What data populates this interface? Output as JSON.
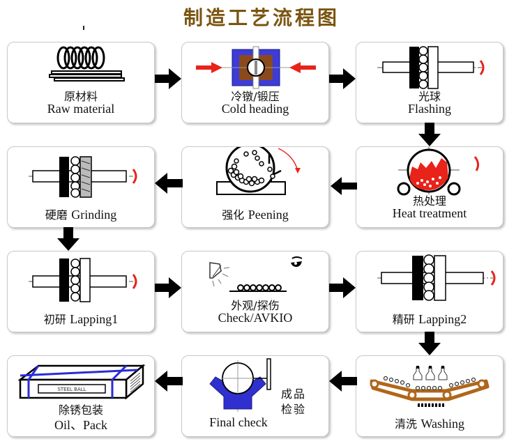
{
  "title": "制造工艺流程图",
  "colors": {
    "title": "#7a5410",
    "arrow": "#000000",
    "accent_red": "#e8231a",
    "accent_blue": "#2b2bd6",
    "accent_brown": "#8a4a1c",
    "belt": "#b0661a"
  },
  "steps": [
    {
      "id": 1,
      "cn": "原材料",
      "en": "Raw material",
      "icon": "wire-coil-icon"
    },
    {
      "id": 2,
      "cn": "冷镦/锻压",
      "en": "Cold heading",
      "icon": "cold-heading-die-icon"
    },
    {
      "id": 3,
      "cn": "光球",
      "en": "Flashing",
      "icon": "flashing-plates-icon"
    },
    {
      "id": 4,
      "cn": "热处理",
      "en": "Heat treatment",
      "icon": "furnace-icon"
    },
    {
      "id": 5,
      "cn": "强化",
      "en": "Peening",
      "icon": "peening-drum-icon"
    },
    {
      "id": 6,
      "cn": "硬磨",
      "en": "Grinding",
      "icon": "grinding-plates-icon"
    },
    {
      "id": 7,
      "cn": "初研",
      "en": "Lapping1",
      "icon": "lapping-plates-icon"
    },
    {
      "id": 8,
      "cn": "外观/探伤",
      "en": "Check/AVKIO",
      "icon": "inspection-light-eye-icon"
    },
    {
      "id": 9,
      "cn": "精研",
      "en": "Lapping2",
      "icon": "lapping-plates-icon"
    },
    {
      "id": 10,
      "cn": "清洗",
      "en": "Washing",
      "icon": "washing-conveyor-icon"
    },
    {
      "id": 11,
      "cn_line1": "成品",
      "cn_line2": "检验",
      "en": "Final check",
      "icon": "final-check-gauge-icon"
    },
    {
      "id": 12,
      "cn": "除锈包装",
      "en": "Oil、Pack",
      "icon": "packing-box-icon",
      "box_label": "STEEL BALL"
    }
  ],
  "flow": [
    {
      "from": 1,
      "to": 2,
      "direction": "right"
    },
    {
      "from": 2,
      "to": 3,
      "direction": "right"
    },
    {
      "from": 3,
      "to": 4,
      "direction": "down"
    },
    {
      "from": 4,
      "to": 5,
      "direction": "left"
    },
    {
      "from": 5,
      "to": 6,
      "direction": "left"
    },
    {
      "from": 6,
      "to": 7,
      "direction": "down"
    },
    {
      "from": 7,
      "to": 8,
      "direction": "right"
    },
    {
      "from": 8,
      "to": 9,
      "direction": "right"
    },
    {
      "from": 9,
      "to": 10,
      "direction": "down"
    },
    {
      "from": 10,
      "to": 11,
      "direction": "left"
    },
    {
      "from": 11,
      "to": 12,
      "direction": "left"
    }
  ]
}
